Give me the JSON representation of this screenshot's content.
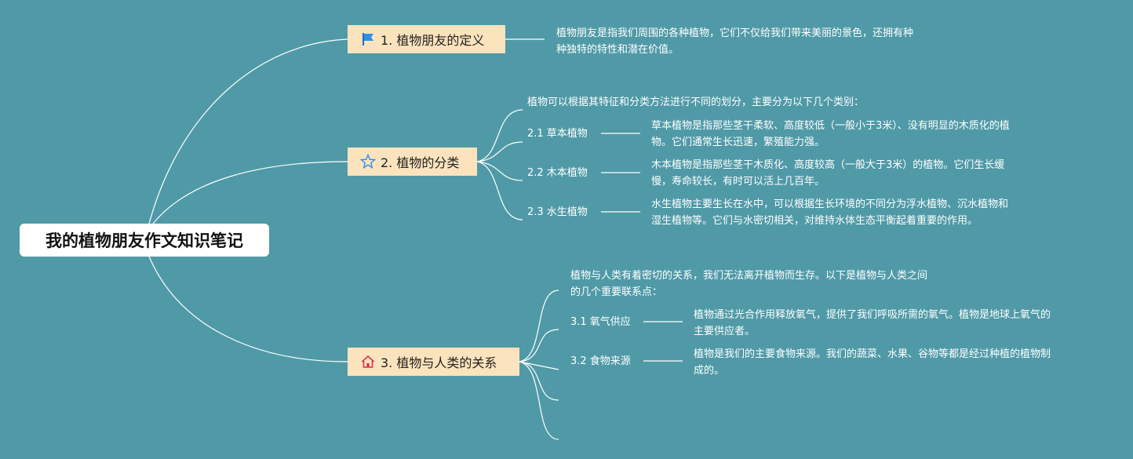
{
  "root": {
    "title": "我的植物朋友作文知识笔记"
  },
  "branches": [
    {
      "label": "1. 植物朋友的定义",
      "icon": "flag-icon",
      "detail": [
        "植物朋友是指我们周围的各种植物，它们不仅给我们带来美丽的景色，还拥有种",
        "种独特的特性和潜在价值。"
      ]
    },
    {
      "label": "2. 植物的分类",
      "icon": "star-icon",
      "intro": [
        "植物可以根据其特征和分类方法进行不同的划分，主要分为以下几个类别："
      ],
      "items": [
        {
          "label": "2.1 草本植物",
          "detail": [
            "草本植物是指那些茎干柔软、高度较低（一般小于3米）、没有明显的木质化的植",
            "物。它们通常生长迅速，繁殖能力强。"
          ]
        },
        {
          "label": "2.2 木本植物",
          "detail": [
            "木本植物是指那些茎干木质化、高度较高（一般大于3米）的植物。它们生长缓",
            "慢，寿命较长，有时可以活上几百年。"
          ]
        },
        {
          "label": "2.3 水生植物",
          "detail": [
            "水生植物主要生长在水中，可以根据生长环境的不同分为浮水植物、沉水植物和",
            "湿生植物等。它们与水密切相关，对维持水体生态平衡起着重要的作用。"
          ]
        }
      ]
    },
    {
      "label": "3. 植物与人类的关系",
      "icon": "home-icon",
      "intro": [
        "植物与人类有着密切的关系，我们无法离开植物而生存。以下是植物与人类之间",
        "的几个重要联系点："
      ],
      "items": [
        {
          "label": "3.1 氧气供应",
          "detail": [
            "植物通过光合作用释放氧气，提供了我们呼吸所需的氧气。植物是地球上氧气的",
            "主要供应者。"
          ]
        },
        {
          "label": "3.2 食物来源",
          "detail": [
            "植物是我们的主要食物来源。我们的蔬菜、水果、谷物等都是经过种植的植物制",
            "成的。"
          ]
        }
      ]
    }
  ]
}
